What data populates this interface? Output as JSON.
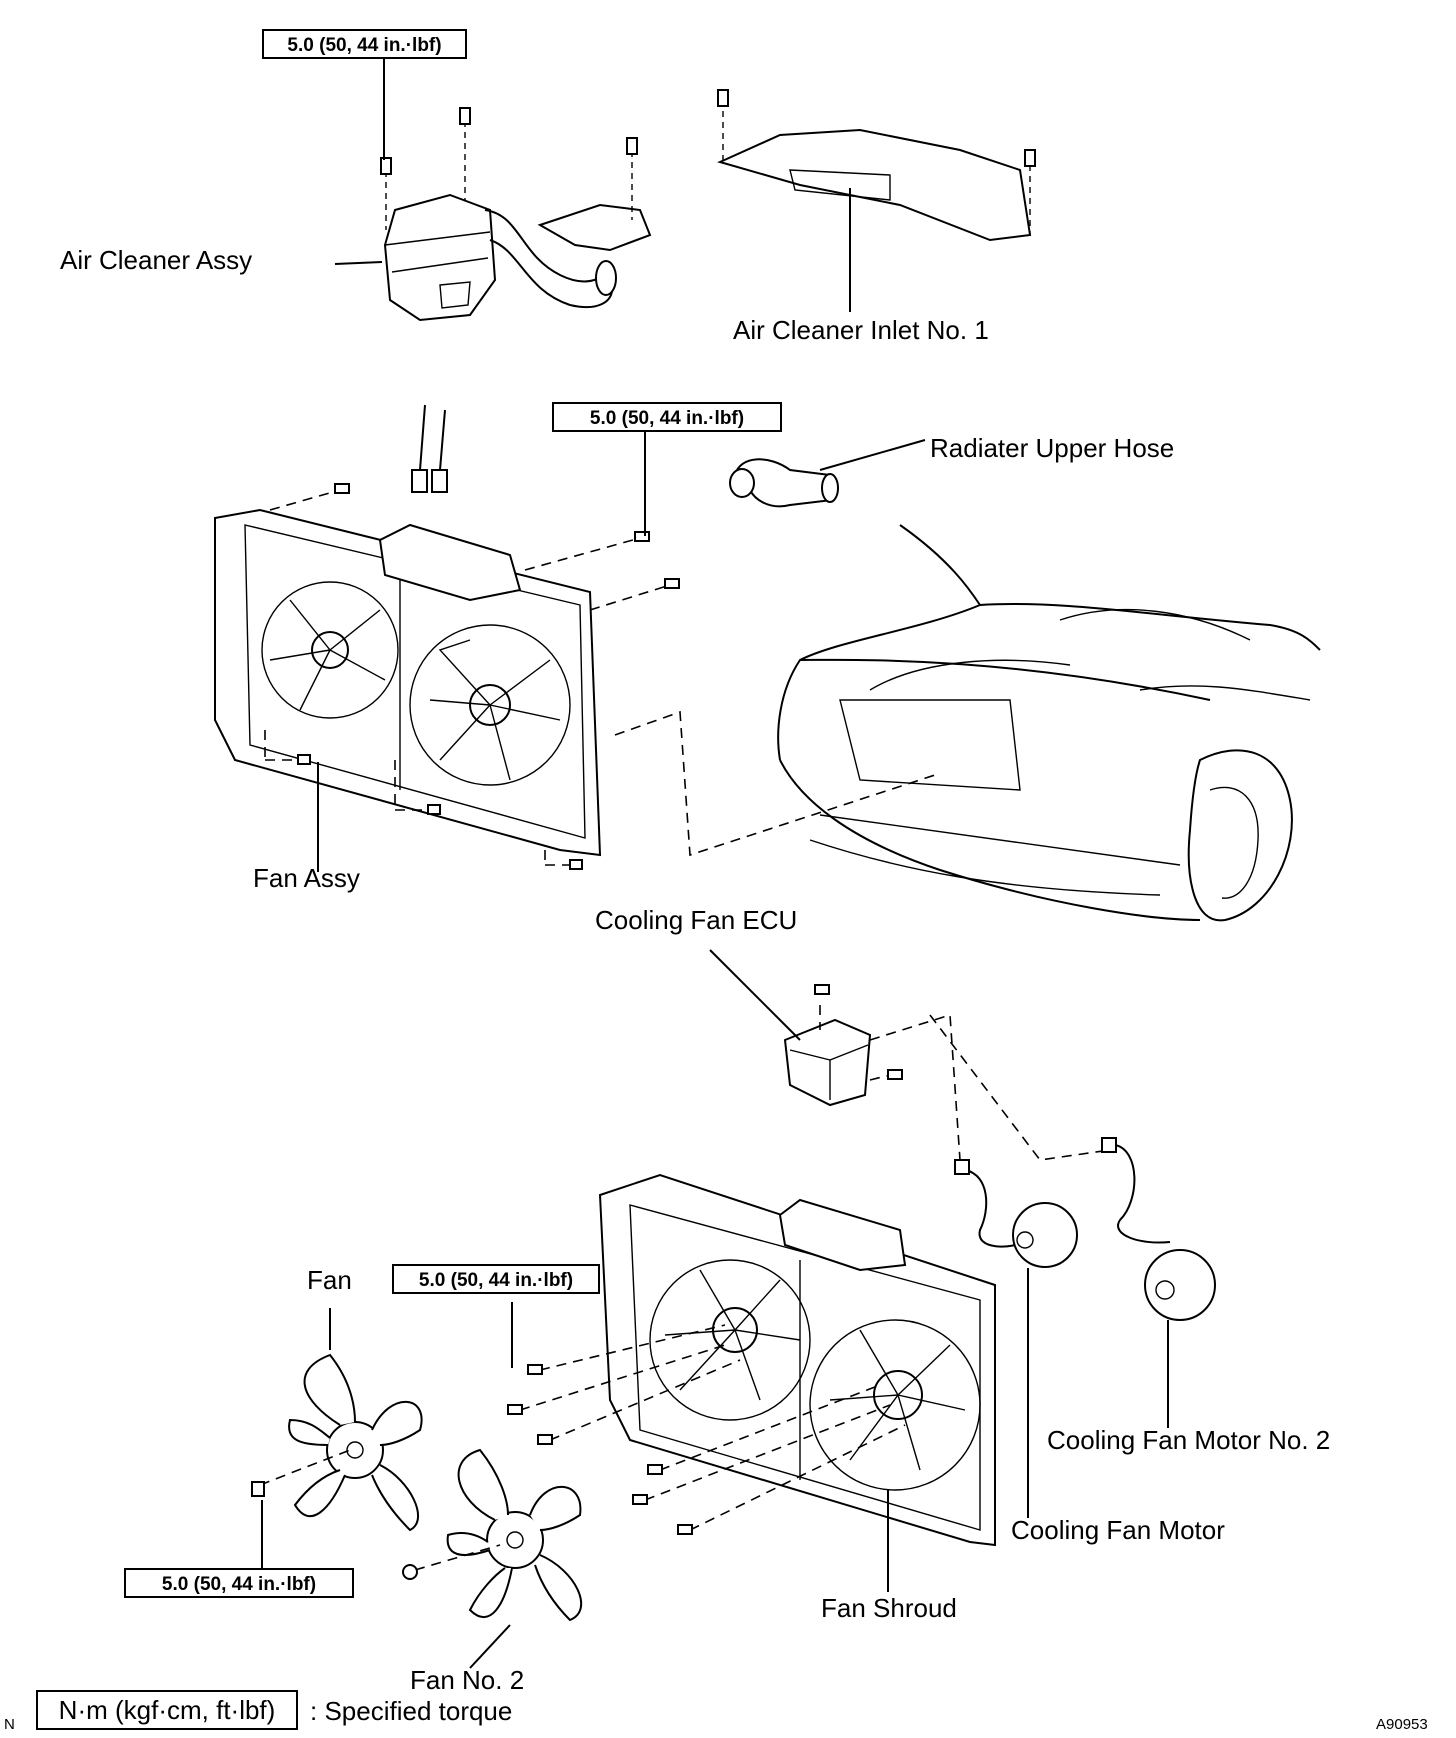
{
  "labels": {
    "air_cleaner_assy": "Air Cleaner Assy",
    "air_cleaner_inlet": "Air Cleaner Inlet No. 1",
    "radiator_upper_hose": "Radiater Upper Hose",
    "fan_assy": "Fan Assy",
    "cooling_fan_ecu": "Cooling Fan ECU",
    "fan": "Fan",
    "cooling_fan_motor_no2": "Cooling Fan Motor No. 2",
    "cooling_fan_motor": "Cooling Fan Motor",
    "fan_shroud": "Fan Shroud",
    "fan_no2": "Fan No. 2"
  },
  "torque_spec": "5.0 (50, 44 in.·lbf)",
  "legend": {
    "unit_box": "N·m (kgf·cm, ft·lbf)",
    "description": ": Specified torque",
    "corner_mark": "N"
  },
  "figure_code": "A90953"
}
